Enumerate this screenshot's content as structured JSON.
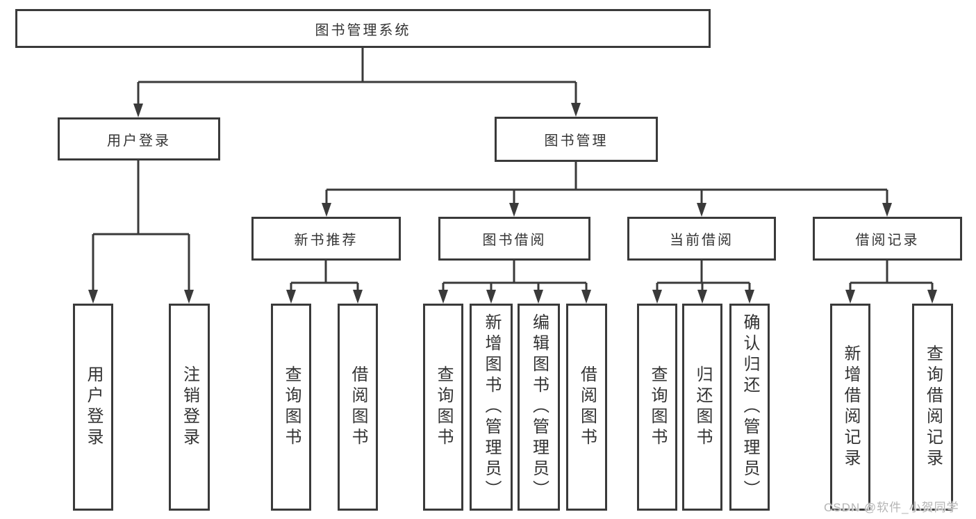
{
  "diagram": {
    "root": "图书管理系统",
    "level2": [
      "用户登录",
      "图书管理"
    ],
    "level3": [
      "新书推荐",
      "图书借阅",
      "当前借阅",
      "借阅记录"
    ],
    "leaves": [
      "用户登录",
      "注销登录",
      "查询图书",
      "借阅图书",
      "查询图书",
      "新增图书（管理员）",
      "编辑图书（管理员）",
      "借阅图书",
      "查询图书",
      "归还图书",
      "确认归还（管理员）",
      "新增借阅记录",
      "查询借阅记录"
    ]
  },
  "watermark": "CSDN @软件_小贺同学",
  "colors": {
    "line": "#3a3a3a",
    "text": "#333333",
    "background": "#ffffff",
    "watermark": "#b5b5b5"
  }
}
